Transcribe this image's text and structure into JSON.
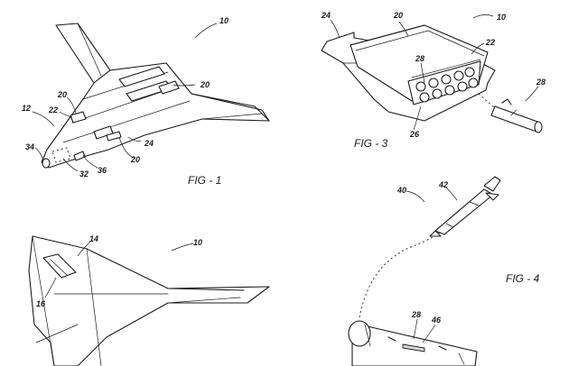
{
  "fig1": {
    "caption": "FIG - 1",
    "refs": {
      "r10": "10",
      "r12": "12",
      "r20a": "20",
      "r20b": "20",
      "r20c": "20",
      "r22": "22",
      "r24": "24",
      "r32": "32",
      "r34": "34",
      "r36": "36"
    }
  },
  "fig2": {
    "refs": {
      "r10": "10",
      "r14": "14",
      "r16": "16"
    }
  },
  "fig3": {
    "caption": "FIG - 3",
    "refs": {
      "r10": "10",
      "r20": "20",
      "r22": "22",
      "r24": "24",
      "r26": "26",
      "r28a": "28",
      "r28b": "28"
    }
  },
  "fig4": {
    "caption": "FIG - 4",
    "refs": {
      "r40": "40",
      "r42": "42",
      "r28": "28",
      "r46": "46"
    }
  }
}
